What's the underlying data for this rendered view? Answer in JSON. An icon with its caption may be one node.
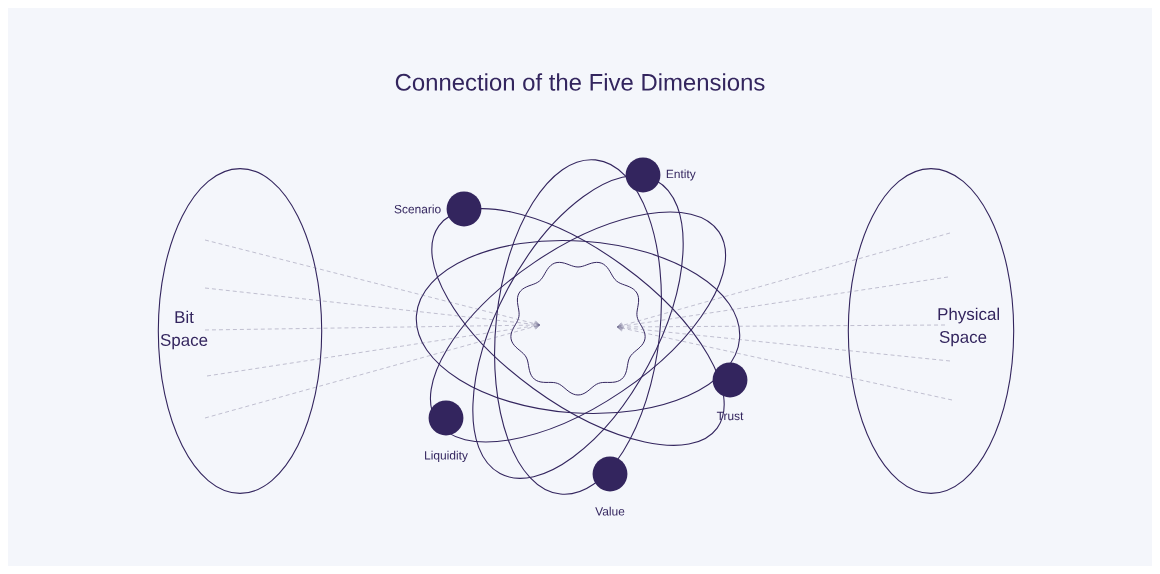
{
  "diagram": {
    "title": "Connection of the Five Dimensions",
    "nodes": [
      {
        "text": [
          "Bit Space"
        ]
      },
      {
        "text": [
          "Physical Space"
        ]
      },
      {
        "text": [],
        "shape": "circle",
        "beside": [
          "Scenario"
        ]
      },
      {
        "text": [],
        "shape": "circle",
        "beside": [
          "Entity"
        ]
      },
      {
        "text": [],
        "shape": "circle",
        "beside": [
          "Trust"
        ]
      },
      {
        "text": [],
        "shape": "circle",
        "beside": [
          "Liquidity"
        ]
      },
      {
        "text": [],
        "shape": "circle",
        "beside": [
          "Value"
        ]
      }
    ],
    "edges": [
      {
        "from": 0,
        "to": null,
        "arrow": "to",
        "style": "dashed"
      },
      {
        "from": 0,
        "to": null,
        "arrow": "to",
        "style": "dashed"
      },
      {
        "from": 0,
        "to": null,
        "arrow": "to",
        "style": "dashed"
      },
      {
        "from": 0,
        "to": null,
        "arrow": "to",
        "style": "dashed"
      },
      {
        "from": 0,
        "to": null,
        "arrow": "to",
        "style": "dashed"
      },
      {
        "from": 1,
        "to": null,
        "arrow": "to",
        "style": "dashed"
      },
      {
        "from": 1,
        "to": null,
        "arrow": "to",
        "style": "dashed"
      },
      {
        "from": 1,
        "to": null,
        "arrow": "to",
        "style": "dashed"
      },
      {
        "from": 1,
        "to": null,
        "arrow": "to",
        "style": "dashed"
      },
      {
        "from": 1,
        "to": null,
        "arrow": "to",
        "style": "dashed"
      }
    ]
  }
}
